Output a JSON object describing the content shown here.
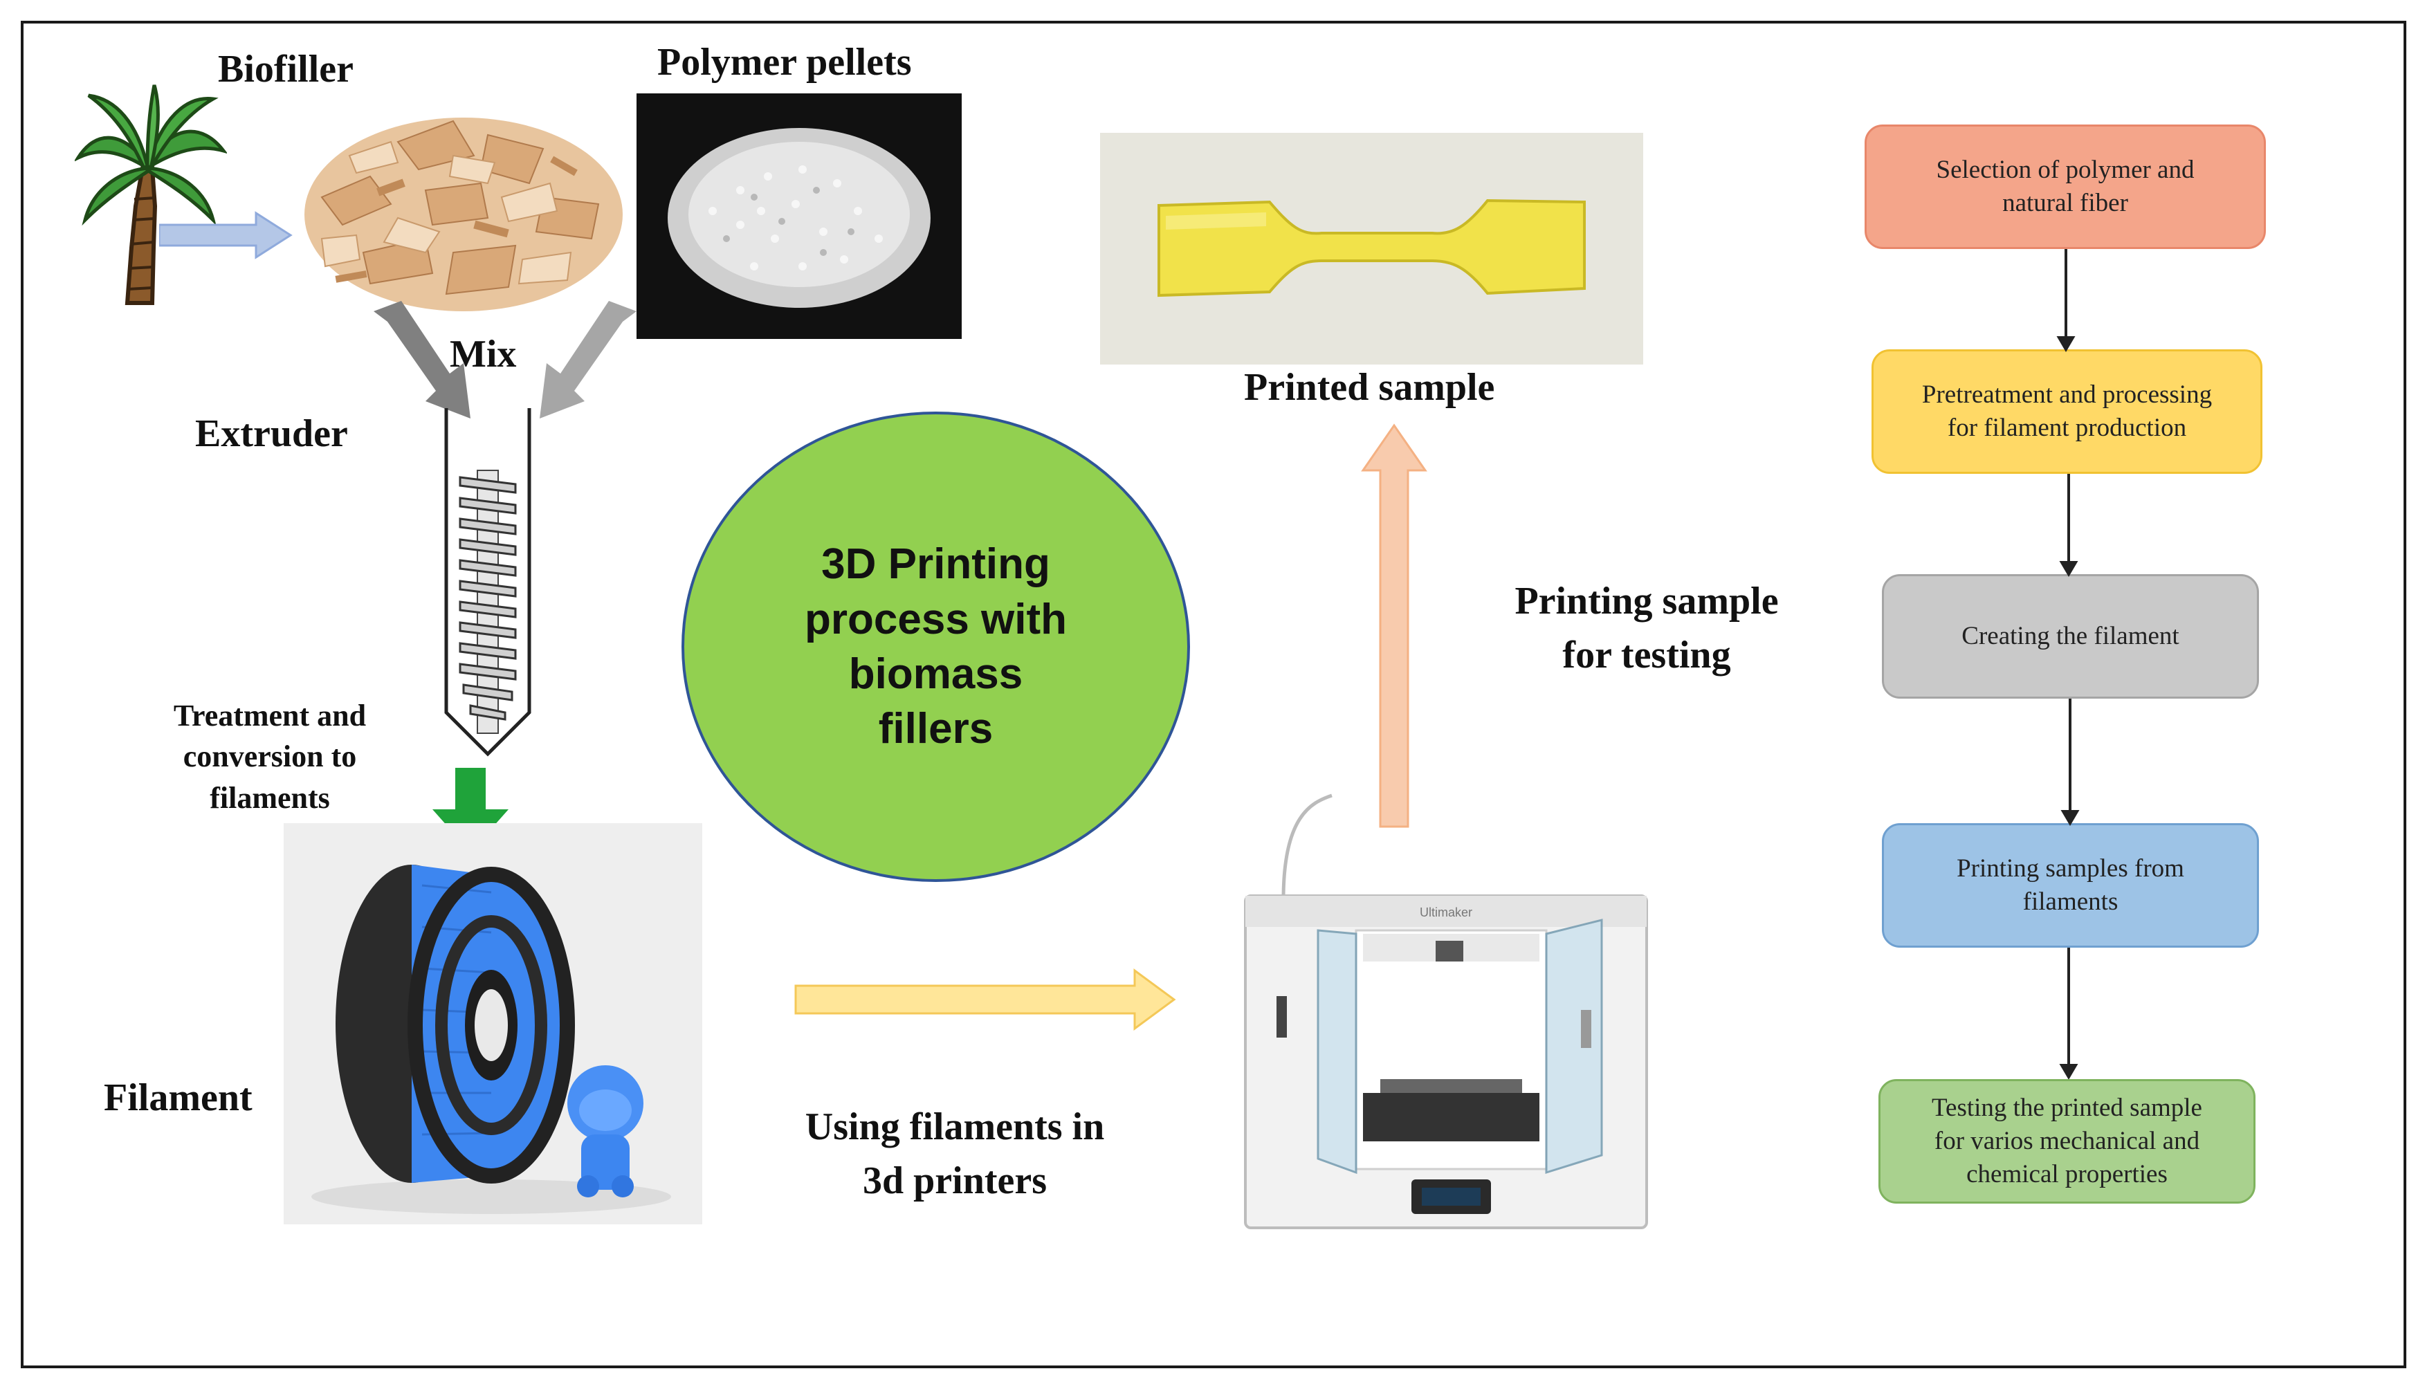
{
  "labels": {
    "biofiller": "Biofiller",
    "polymer_pellets": "Polymer pellets",
    "mix": "Mix",
    "extruder": "Extruder",
    "treatment": [
      "Treatment and",
      "conversion to",
      "filaments"
    ],
    "filament": "Filament",
    "using_filaments": [
      "Using filaments in",
      "3d printers"
    ],
    "printed_sample": "Printed sample",
    "printing_sample": [
      "Printing sample",
      "for testing"
    ],
    "printer_brand": "Ultimaker"
  },
  "center_circle": {
    "text": [
      "3D Printing",
      "process with",
      "biomass",
      "fillers"
    ],
    "fill": "#92d050",
    "border": "#2f5597"
  },
  "flowchart": [
    {
      "text": [
        "Selection of polymer and",
        "natural fiber"
      ],
      "fill": "#f4a58a",
      "border": "#e8876a"
    },
    {
      "text": [
        "Pretreatment and processing",
        "for filament production"
      ],
      "fill": "#ffd966",
      "border": "#f1c232"
    },
    {
      "text": [
        "Creating the filament"
      ],
      "fill": "#c9c9c9",
      "border": "#a5a5a5"
    },
    {
      "text": [
        "Printing  samples from",
        "filaments"
      ],
      "fill": "#9dc3e6",
      "border": "#6fa0d0"
    },
    {
      "text": [
        "Testing the printed sample",
        "for varios mechanical and",
        "chemical properties"
      ],
      "fill": "#a9d18e",
      "border": "#7fb35e"
    }
  ],
  "colors": {
    "blue_arrow": "#b4c7e7",
    "gray_arrow": "#808080",
    "green_arrow": "#1fa33a",
    "yellow_arrow": "#ffe699",
    "peach_arrow": "#f8cbad",
    "filament_blue": "#3d86f0",
    "printed_sample_yellow": "#f1e24a"
  },
  "icons": [
    "palm-tree-icon",
    "wood-chips-image",
    "polymer-pellets-image",
    "extruder-screw-icon",
    "filament-spool-image",
    "printed-dogbone-image",
    "3d-printer-image"
  ]
}
